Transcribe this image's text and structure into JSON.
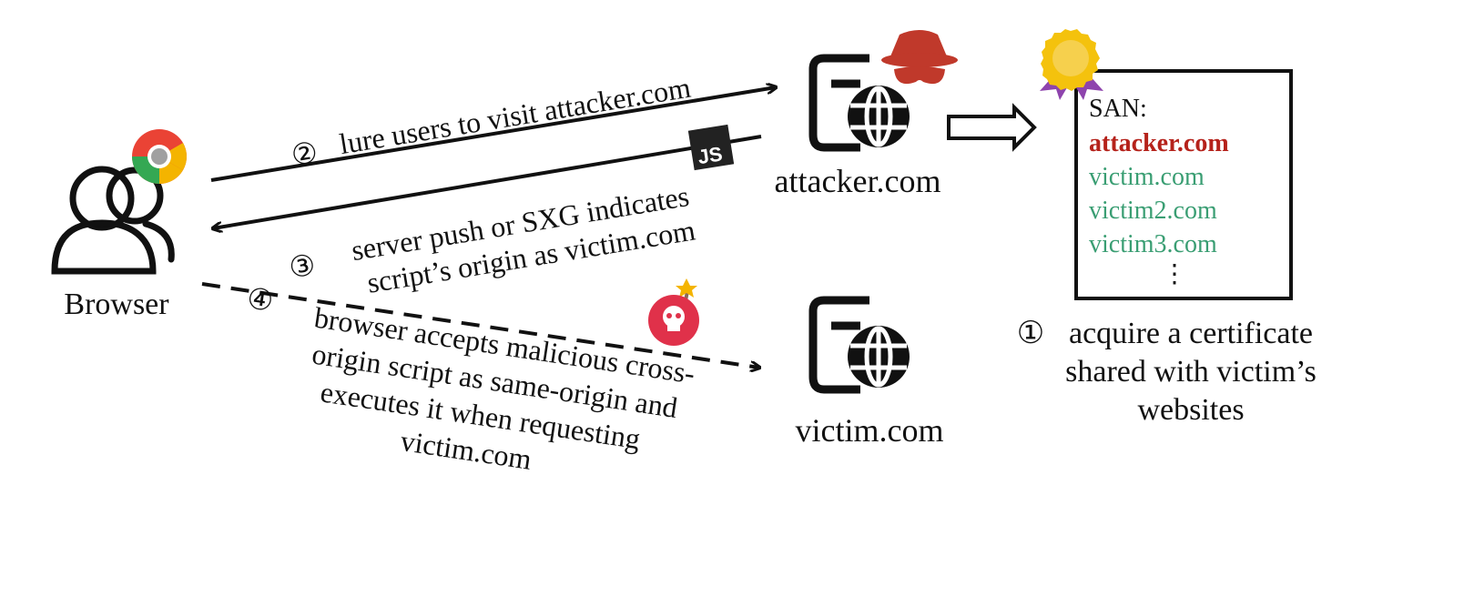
{
  "nodes": {
    "browser_label": "Browser",
    "attacker_label": "attacker.com",
    "victim_label": "victim.com"
  },
  "js_badge": "JS",
  "certificate": {
    "san_heading": "SAN:",
    "san_entries": [
      {
        "text": "attacker.com",
        "color": "#b5221b"
      },
      {
        "text": "victim.com",
        "color": "#3a9e73"
      },
      {
        "text": "victim2.com",
        "color": "#3a9e73"
      },
      {
        "text": "victim3.com",
        "color": "#3a9e73"
      }
    ],
    "ellipsis": "⋮"
  },
  "steps": {
    "step1": {
      "marker": "①",
      "lines": [
        "acquire a certificate",
        "shared with victim’s",
        "websites"
      ]
    },
    "step2": {
      "marker": "②",
      "lines": [
        "lure users to visit attacker.com"
      ]
    },
    "step3": {
      "marker": "③",
      "lines": [
        "server push or SXG indicates",
        "script’s origin as victim.com"
      ]
    },
    "step4": {
      "marker": "④",
      "lines": [
        "browser accepts malicious cross-",
        "origin script as same-origin and",
        "executes it when requesting",
        "victim.com"
      ]
    }
  },
  "colors": {
    "ink": "#111111",
    "attacker_red": "#b5221b",
    "victim_green": "#3a9e73",
    "bomb_red": "#e0314a",
    "medal_gold": "#f4c20d",
    "ribbon_purple": "#8e44ad"
  },
  "icons": [
    "user-group-icon",
    "chrome-icon",
    "web-server-icon",
    "spy-hat-icon",
    "js-badge-icon",
    "certificate-seal-icon",
    "bomb-skull-icon",
    "hollow-arrow-icon"
  ]
}
